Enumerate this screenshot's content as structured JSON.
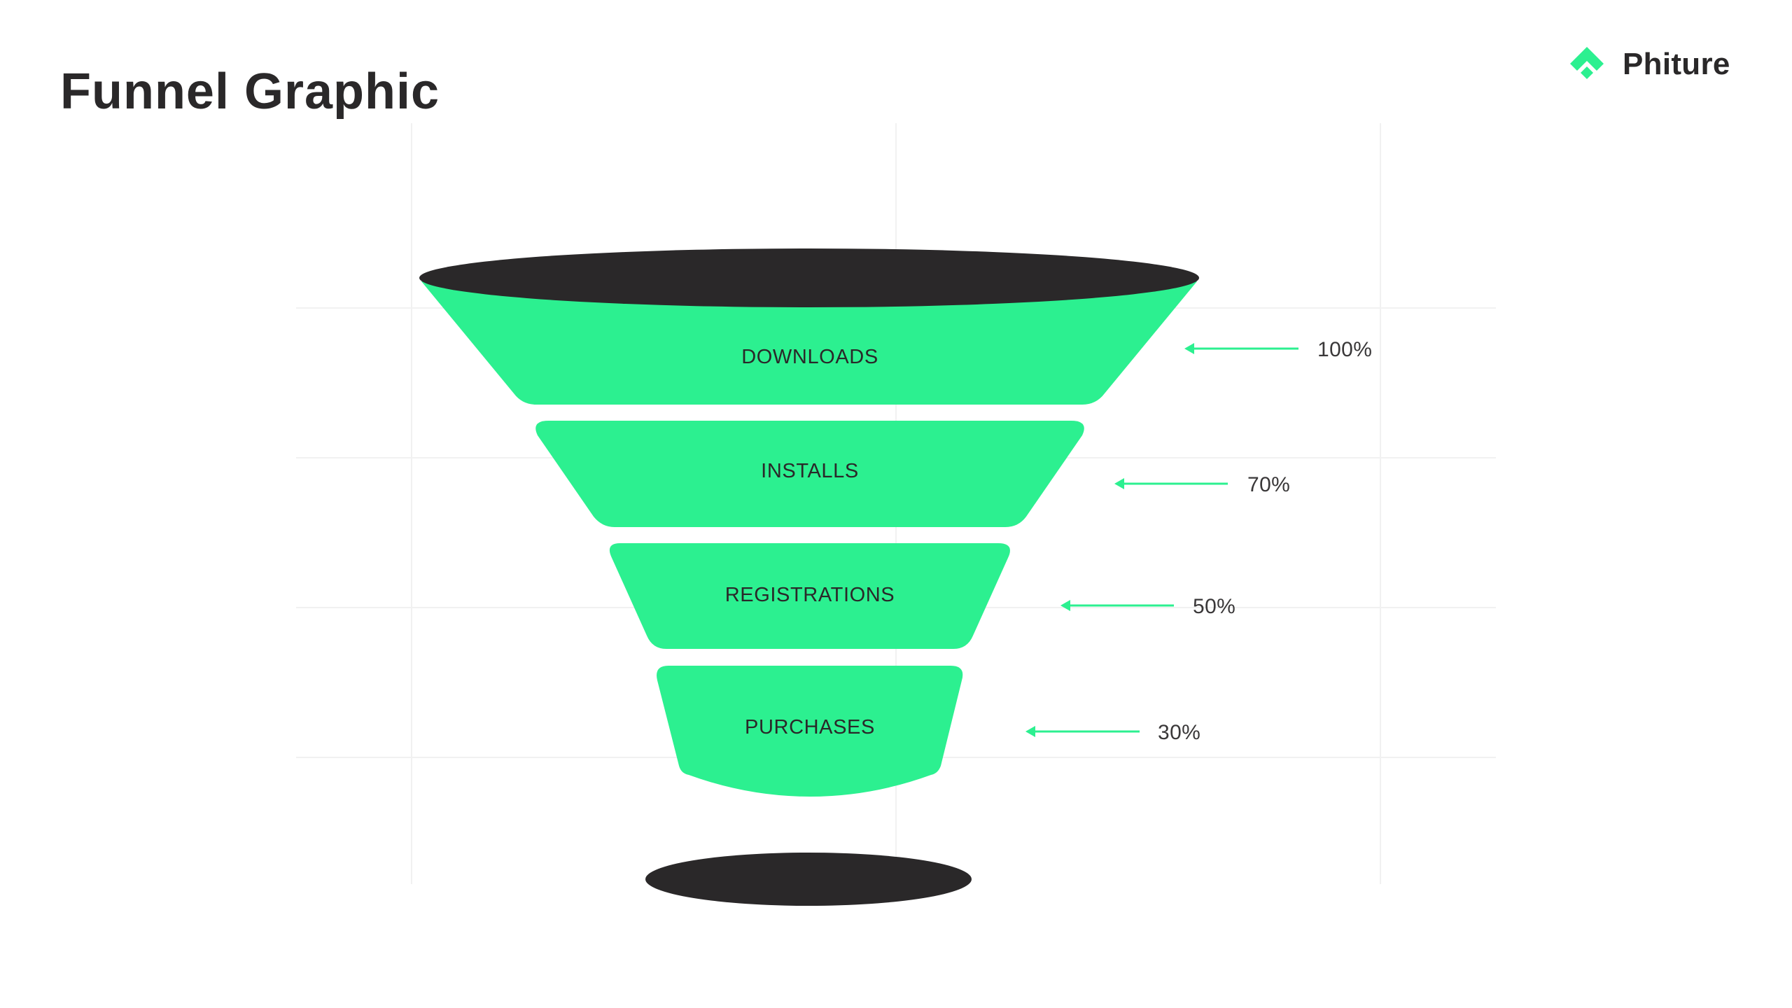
{
  "header": {
    "title": "Funnel Graphic"
  },
  "brand": {
    "name": "Phiture",
    "logo_icon": "phiture-chevron-logo-icon"
  },
  "colors": {
    "accent": "#2cf090",
    "dark": "#2a2829",
    "gridline": "#f1f1f1",
    "background": "#ffffff"
  },
  "funnel": {
    "stages": [
      {
        "label": "DOWNLOADS",
        "percent": "100%"
      },
      {
        "label": "INSTALLS",
        "percent": "70%"
      },
      {
        "label": "REGISTRATIONS",
        "percent": "50%"
      },
      {
        "label": "PURCHASES",
        "percent": "30%"
      }
    ],
    "arrow_icon": "arrow-left-icon"
  },
  "chart_data": {
    "type": "funnel",
    "title": "Funnel Graphic",
    "categories": [
      "DOWNLOADS",
      "INSTALLS",
      "REGISTRATIONS",
      "PURCHASES"
    ],
    "values": [
      100,
      70,
      50,
      30
    ],
    "value_labels": [
      "100%",
      "70%",
      "50%",
      "30%"
    ],
    "unit": "%",
    "legend": null,
    "grid": true,
    "annotations": [
      "arrows pointing from percentage labels to each funnel stage"
    ]
  }
}
